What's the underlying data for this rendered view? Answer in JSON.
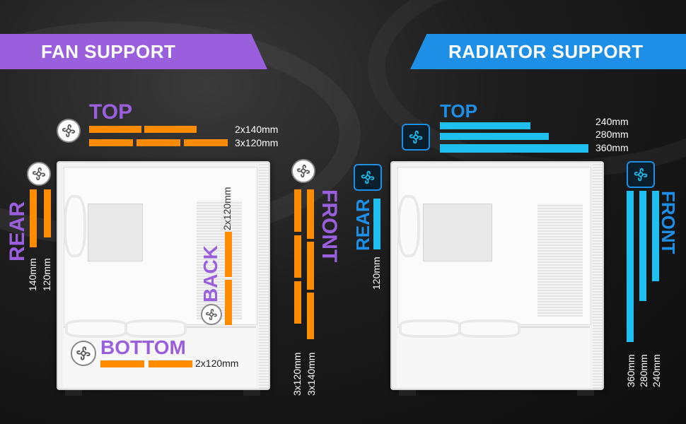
{
  "fan_support": {
    "banner": "FAN SUPPORT",
    "top": {
      "title": "TOP",
      "sizes": [
        "2x140mm",
        "3x120mm"
      ]
    },
    "rear": {
      "title": "REAR",
      "sizes": [
        "140mm",
        "120mm"
      ]
    },
    "back": {
      "title": "BACK",
      "size": "2x120mm"
    },
    "front": {
      "title": "FRONT",
      "sizes": [
        "3x140mm",
        "3x120mm"
      ]
    },
    "bottom": {
      "title": "BOTTOM",
      "size": "2x120mm"
    }
  },
  "radiator_support": {
    "banner": "RADIATOR SUPPORT",
    "top": {
      "title": "TOP",
      "sizes": [
        "240mm",
        "280mm",
        "360mm"
      ]
    },
    "rear": {
      "title": "REAR",
      "size": "120mm"
    },
    "front": {
      "title": "FRONT",
      "sizes": [
        "240mm",
        "280mm",
        "360mm"
      ]
    }
  },
  "colors": {
    "fan_accent": "#9a5fdc",
    "radiator_accent": "#1d8fe6",
    "fan_bars": "#ff8c00",
    "radiator_bars": "#1fbff0"
  },
  "icons": [
    "fan-icon"
  ]
}
